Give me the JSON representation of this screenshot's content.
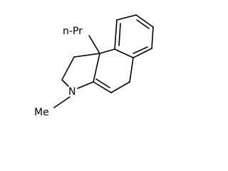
{
  "structure": {
    "labels": {
      "substituent": "n-Pr",
      "nitrogen": "N",
      "methyl": "Me"
    }
  },
  "colors": {
    "background": "#ffffff",
    "ink": "#000000"
  }
}
